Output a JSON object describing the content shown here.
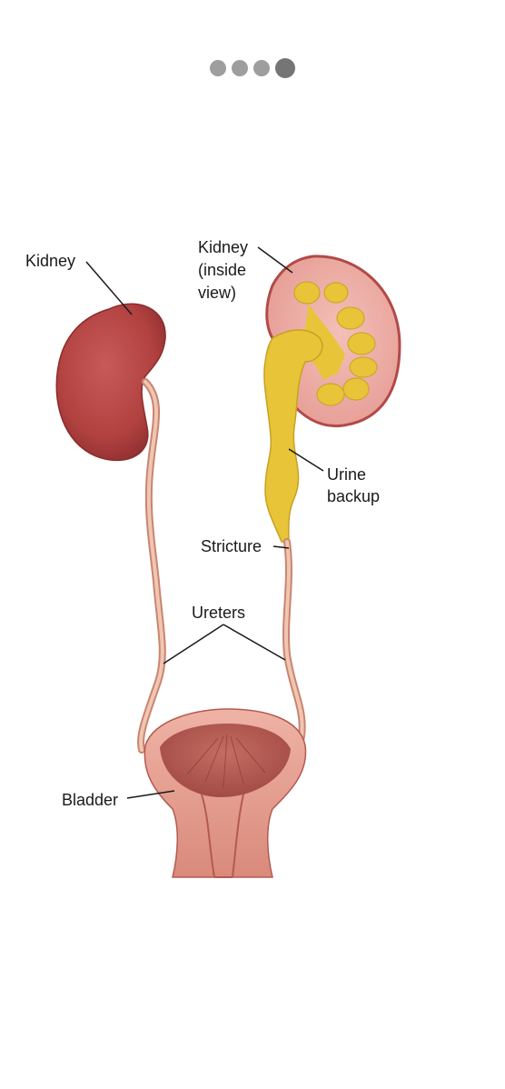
{
  "pager": {
    "total": 4,
    "active_index": 3,
    "dots": [
      "slide-1",
      "slide-2",
      "slide-3",
      "slide-4"
    ]
  },
  "diagram": {
    "labels": {
      "kidney": "Kidney",
      "kidney_inside_line1": "Kidney",
      "kidney_inside_line2": "(inside",
      "kidney_inside_line3": "view)",
      "urine_line1": "Urine",
      "urine_line2": "backup",
      "stricture": "Stricture",
      "ureters": "Ureters",
      "bladder": "Bladder"
    },
    "colors": {
      "kidney": "#b8474a",
      "kidney_inside": "#ebaaa4",
      "urine": "#e8c438",
      "ureter": "#d99c86",
      "bladder_outer": "#e8a494",
      "bladder_inner": "#c86b62",
      "dot_inactive": "#9e9e9e",
      "dot_active": "#757575"
    }
  }
}
